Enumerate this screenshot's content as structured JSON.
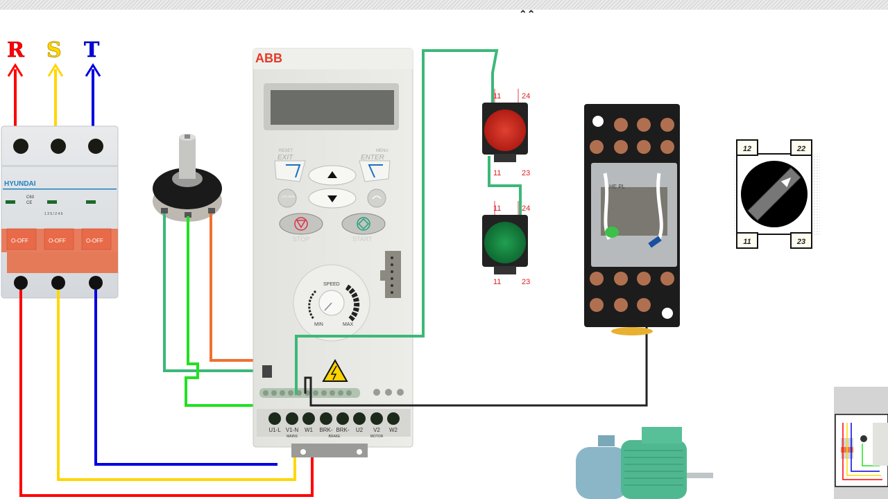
{
  "window": {
    "top_glyph": "⌃⌃"
  },
  "phases": [
    {
      "label": "R",
      "color": "#ff0000"
    },
    {
      "label": "S",
      "color": "#ffd700"
    },
    {
      "label": "T",
      "color": "#0000e0"
    }
  ],
  "breaker": {
    "brand": "HYUNDAI",
    "rating": "C63",
    "ce_mark": "CE",
    "switch_labels": [
      "O-OFF",
      "O-OFF",
      "O-OFF"
    ],
    "terminal_marks": "1 3 5 / 2 4 6"
  },
  "vfd": {
    "brand": "ABB",
    "keys": {
      "reset": "RESET",
      "exit": "EXIT",
      "menu": "MENU",
      "enter": "ENTER",
      "loc_rem": "LOC REM",
      "stop": "STOP",
      "start": "START"
    },
    "speed_dial": {
      "title": "SPEED",
      "min": "MIN",
      "max": "MAX"
    },
    "power_terminals": [
      "U1-L",
      "V1-N",
      "W1",
      "BRK-",
      "BRK-",
      "U2",
      "V2",
      "W2"
    ],
    "group_labels": {
      "mains": "MAINS",
      "brake": "BRAKE",
      "motor": "MOTOR"
    }
  },
  "pushbuttons": [
    {
      "name": "stop",
      "color": "#d42b20",
      "top_left": "11",
      "top_right": "24",
      "bottom_left": "11",
      "bottom_right": "23"
    },
    {
      "name": "start",
      "color": "#1f8a45",
      "top_left": "11",
      "top_right": "24",
      "bottom_left": "11",
      "bottom_right": "23"
    }
  ],
  "relay": {
    "model": "HE PL"
  },
  "selector_switch": {
    "labels": [
      "12",
      "22",
      "11",
      "23"
    ]
  },
  "wire_colors": {
    "red": "#ff0000",
    "yellow": "#ffd700",
    "blue": "#0000e0",
    "green_control": "#3cb878",
    "green_bright": "#22e022",
    "orange": "#f07030",
    "black": "#222222"
  }
}
